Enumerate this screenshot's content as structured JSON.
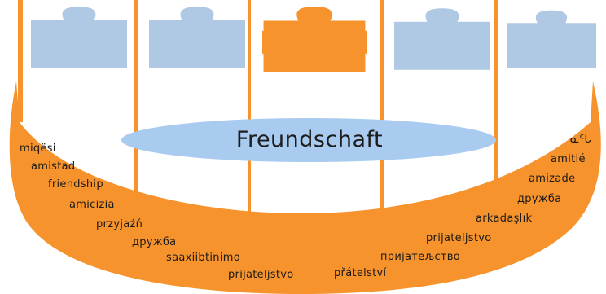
{
  "title": "Freundschaft",
  "colors": {
    "orange": "#F7932C",
    "blue_piece": "#AFC9E4",
    "center_ellipse": "#A9CBEF"
  },
  "puzzle_pieces": [
    {
      "name": "puzzle-piece-1",
      "color": "blue"
    },
    {
      "name": "puzzle-piece-2",
      "color": "blue"
    },
    {
      "name": "puzzle-piece-3",
      "color": "orange"
    },
    {
      "name": "puzzle-piece-4",
      "color": "blue"
    },
    {
      "name": "puzzle-piece-5",
      "color": "blue"
    }
  ],
  "words": {
    "w1": "miqësi",
    "w2": "amistad",
    "w3": "friendship",
    "w4": "amicizia",
    "w5": "przyjaźń",
    "w6": "дружба",
    "w7": "saaxiibtinimo",
    "w8": "prijateljstvo",
    "w9": "přátelství",
    "w10": "пријатељство",
    "w11": "prijateljstvo",
    "w12": "arkadaşlık",
    "w13": "дружба",
    "w14": "amizade",
    "w15": "amitié",
    "w16": "ᓇᑦᒐ"
  }
}
